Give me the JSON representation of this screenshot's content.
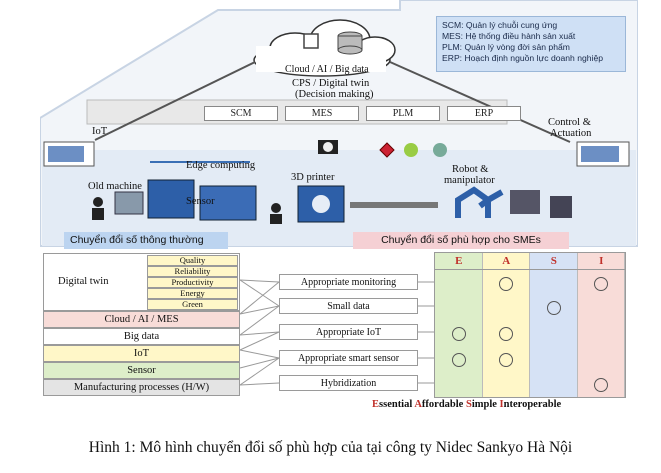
{
  "legend": [
    "SCM: Quản lý chuỗi cung ứng",
    "MES: Hệ thống điều hành sản xuất",
    "PLM: Quản lý vòng đời sản phẩm",
    "ERP: Hoạch định nguồn lực doanh nghiệp"
  ],
  "cloud_label": "Cloud / AI / Big data",
  "cps_label": "CPS / Digital twin",
  "decision_label": "(Decision making)",
  "systems": [
    "SCM",
    "MES",
    "PLM",
    "ERP"
  ],
  "labels": {
    "iot": "IoT",
    "control": "Control &",
    "actuation": "Actuation",
    "edge": "Edge computing",
    "old_machine": "Old machine",
    "sensor": "Sensor",
    "printer": "3D printer",
    "robot": "Robot &",
    "manipulator": "manipulator"
  },
  "banners": {
    "conventional": "Chuyển đổi số thông thường",
    "sme": "Chuyển đổi số phù hợp cho SMEs"
  },
  "left_hierarchy": {
    "digital_twin": "Digital twin",
    "digital_twin_subs": [
      "Quality",
      "Reliability",
      "Productivity",
      "Energy",
      "Green"
    ],
    "cloud": "Cloud / AI / MES",
    "big_data": "Big data",
    "iot": "IoT",
    "sensor": "Sensor",
    "manufacturing": "Manufacturing processes (H/W)"
  },
  "middle": [
    "Appropriate monitoring",
    "Small data",
    "Appropriate IoT",
    "Appropriate smart sensor",
    "Hybridization"
  ],
  "matrix": {
    "columns": [
      "E",
      "A",
      "S",
      "I"
    ],
    "column_colors": [
      "#ddeec9",
      "#fff7c8",
      "#d6e2f5",
      "#f8dcd8"
    ],
    "marks": [
      [
        false,
        true,
        false,
        true
      ],
      [
        false,
        false,
        true,
        false
      ],
      [
        true,
        true,
        false,
        false
      ],
      [
        true,
        true,
        false,
        false
      ],
      [
        false,
        false,
        false,
        true
      ]
    ]
  },
  "footer": {
    "e_first": "E",
    "e_rest": "ssential",
    "a_first": "A",
    "a_rest": "ffordable",
    "s_first": "S",
    "s_rest": "imple",
    "i_first": "I",
    "i_rest": "nteroperable"
  },
  "caption": "Hình 1: Mô hình chuyển đổi số phù hợp của tại công ty Nidec Sankyo Hà Nội"
}
